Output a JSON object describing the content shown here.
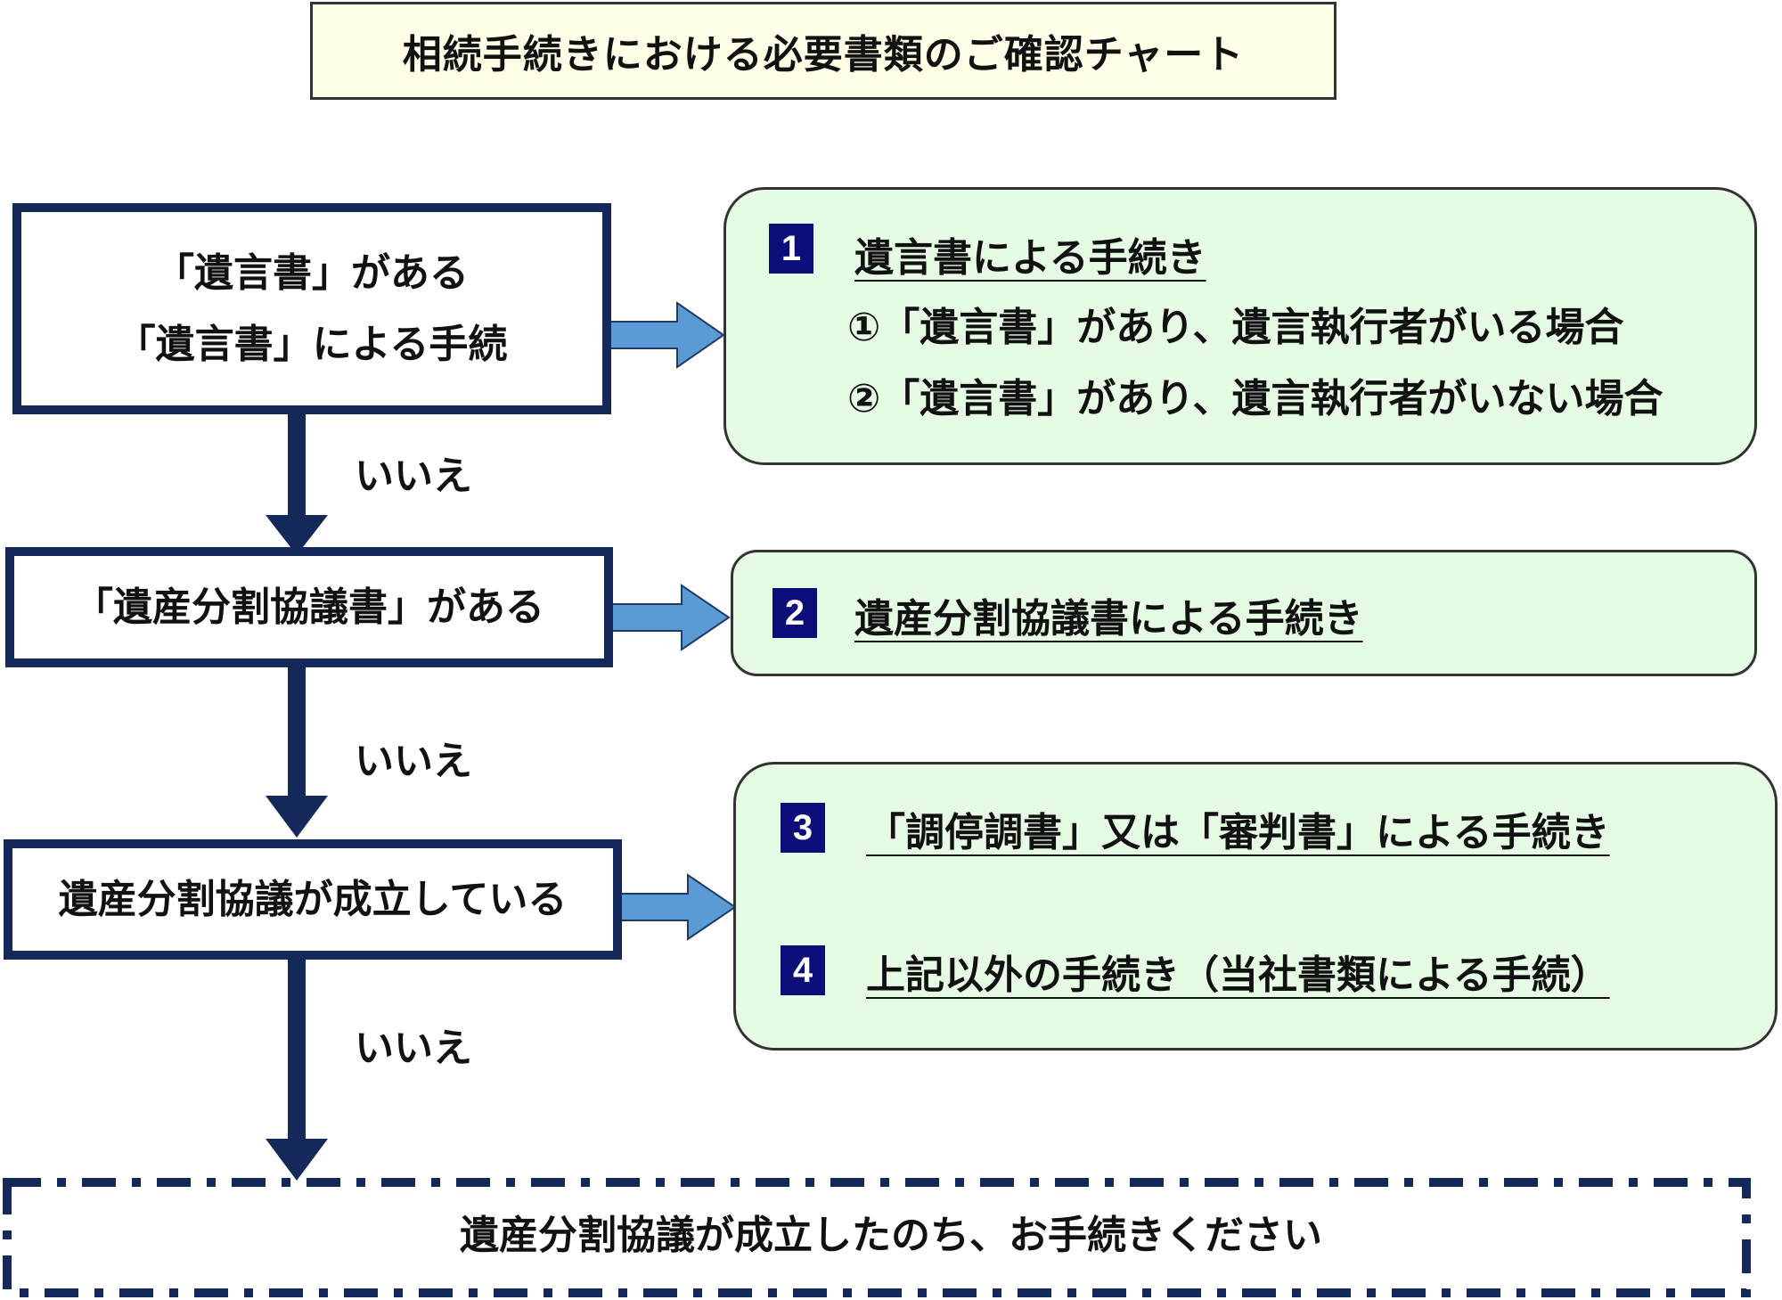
{
  "title": "相続手続きにおける必要書類のご確認チャート",
  "questions": [
    {
      "lines": [
        "「遺言書」がある",
        "「遺言書」による手続"
      ]
    },
    {
      "lines": [
        "「遺産分割協議書」がある"
      ]
    },
    {
      "lines": [
        "遺産分割協議が成立している"
      ]
    }
  ],
  "no_label": "いいえ",
  "results": {
    "r1": {
      "num": "1",
      "label": "遺言書による手続き",
      "items": [
        "①「遺言書」があり、遺言執行者がいる場合",
        "②「遺言書」があり、遺言執行者がいない場合"
      ]
    },
    "r2": {
      "num": "2",
      "label": "遺産分割協議書による手続き"
    },
    "r3": {
      "num": "3",
      "label": "「調停調書」又は「審判書」による手続き"
    },
    "r4": {
      "num": "4",
      "label": "上記以外の手続き（当社書類による手続）"
    }
  },
  "final": "遺産分割協議が成立したのち、お手続きください",
  "colors": {
    "dark_navy": "#14285a",
    "arrow_blue": "#5b9bd5",
    "result_bg": "#e6fbe3",
    "title_bg": "#ffffe8"
  }
}
